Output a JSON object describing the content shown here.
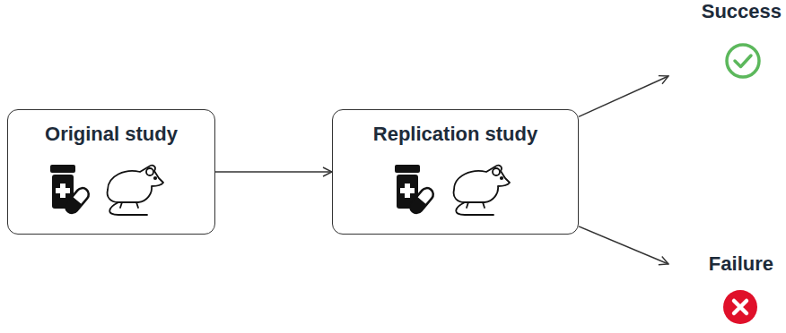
{
  "diagram": {
    "nodes": [
      {
        "text": [
          "Original study"
        ]
      },
      {
        "text": [
          "Replication study"
        ]
      },
      {
        "text": [
          "Success"
        ]
      },
      {
        "text": [
          "Failure"
        ]
      }
    ],
    "edges": [
      {
        "from": 0,
        "to": 1,
        "arrow": "to"
      },
      {
        "from": 1,
        "to": 2,
        "arrow": "to"
      },
      {
        "from": 1,
        "to": 3,
        "arrow": "to"
      }
    ]
  }
}
